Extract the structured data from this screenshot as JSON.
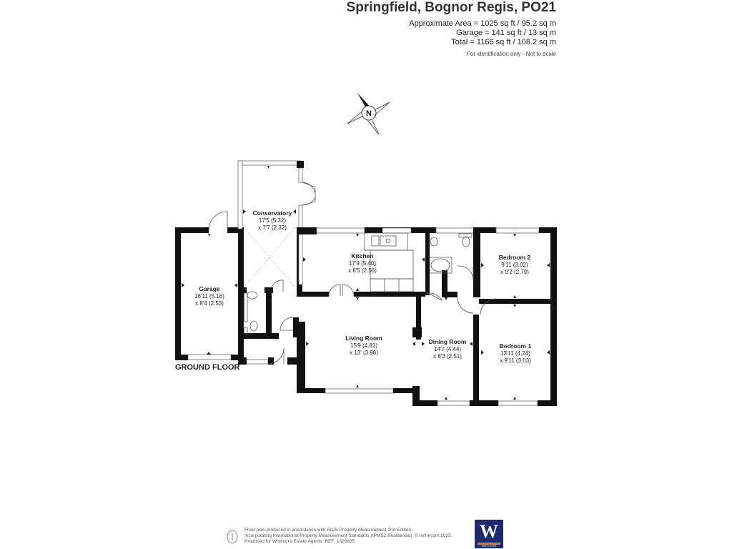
{
  "header": {
    "title": "Springfield, Bognor Regis, PO21",
    "approx_area": "Approximate Area = 1025 sq ft / 95.2 sq m",
    "garage_area": "Garage = 141 sq ft / 13 sq m",
    "total_area": "Total = 1166 sq ft / 108.2 sq m",
    "disclaimer": "For identification only - Not to scale"
  },
  "compass": {
    "label": "N"
  },
  "floor_label": "GROUND FLOOR",
  "rooms": {
    "garage": {
      "name": "Garage",
      "dim1": "16'11 (5.16)",
      "dim2": "x 8'4 (2.53)"
    },
    "conservatory": {
      "name": "Conservatory",
      "dim1": "17'5 (5.32)",
      "dim2": "x 7'7 (2.32)"
    },
    "kitchen": {
      "name": "Kitchen",
      "dim1": "17'9 (5.40)",
      "dim2": "x 8'5 (2.56)"
    },
    "bedroom2": {
      "name": "Bedroom 2",
      "dim1": "9'11 (3.02)",
      "dim2": "x 9'2 (2.79)"
    },
    "living": {
      "name": "Living Room",
      "dim1": "15'9 (4.81)",
      "dim2": "x 13' (3.96)"
    },
    "dining": {
      "name": "Dining Room",
      "dim1": "14'7 (4.44)",
      "dim2": "x 8'3 (2.51)"
    },
    "bedroom1": {
      "name": "Bedroom 1",
      "dim1": "13'11 (4.24)",
      "dim2": "x 9'11 (3.03)"
    }
  },
  "footer": {
    "line1": "Floor plan produced in accordance with RICS Property Measurement 2nd Edition,",
    "line2": "Incorporating International Property Measurement Standards (IPMS2 Residential).  © nichecom 2025.",
    "line3": "Produced for Whitlocks Estate Agents.   REF: 1326835"
  },
  "logo": {
    "letter": "W",
    "subtitle": "WHITLOCKS"
  },
  "colors": {
    "wall": "#111111",
    "logo_bg": "#1e2a6e",
    "logo_accent": "#e8731e"
  }
}
